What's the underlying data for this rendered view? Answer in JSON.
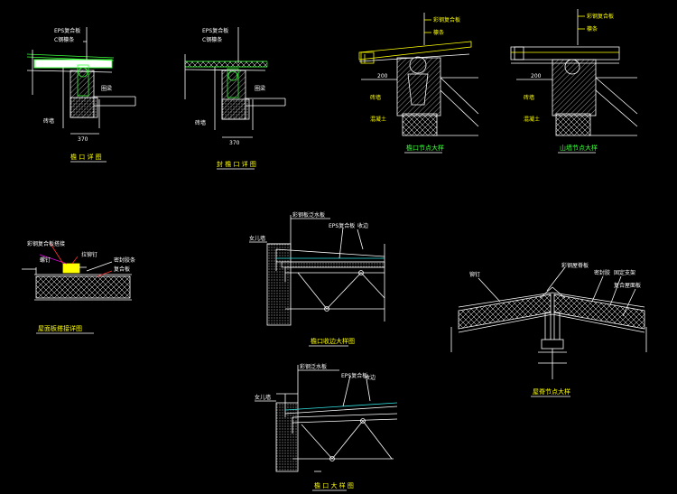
{
  "colors": {
    "background": "#000000",
    "line": "#ffffff",
    "green": "#3cff3c",
    "yellow": "#ffff00",
    "cyan": "#33e6e6",
    "red": "#ff3030",
    "magenta": "#e000e0"
  },
  "details": {
    "d1": {
      "caption": "檐 口 详 图",
      "labels": [
        "EPS复合板",
        "C钢檩条",
        "砖墙",
        "圈梁",
        "370"
      ]
    },
    "d2": {
      "caption": "封 檐 口 详 图",
      "labels": [
        "EPS复合板",
        "C钢檩条",
        "砖墙",
        "圈梁",
        "370"
      ]
    },
    "d3": {
      "caption": "檐口节点大样",
      "labels": [
        "彩钢复合板",
        "檩条",
        "200",
        "砖墙",
        "混凝土"
      ]
    },
    "d4": {
      "caption": "山墙节点大样",
      "labels": [
        "彩钢复合板",
        "檩条",
        "200",
        "砖墙",
        "混凝土"
      ]
    },
    "d5": {
      "caption": "屋面板搭接详图",
      "labels": [
        "彩钢复合板搭接",
        "拉铆钉",
        "螺钉",
        "密封胶条",
        "复合板"
      ]
    },
    "d6": {
      "caption": "檐口收边大样图",
      "labels": [
        "女儿墙",
        "EPS复合板",
        "收边",
        "彩钢板泛水板"
      ]
    },
    "d7": {
      "caption": "屋脊节点大样",
      "labels": [
        "铆钉",
        "彩钢屋脊板",
        "密封胶",
        "固定支架",
        "复合屋面板"
      ]
    },
    "d8": {
      "caption": "檐 口 大 样 图",
      "labels": [
        "女儿墙",
        "EPS复合板",
        "收边",
        "彩钢泛水板"
      ]
    }
  }
}
